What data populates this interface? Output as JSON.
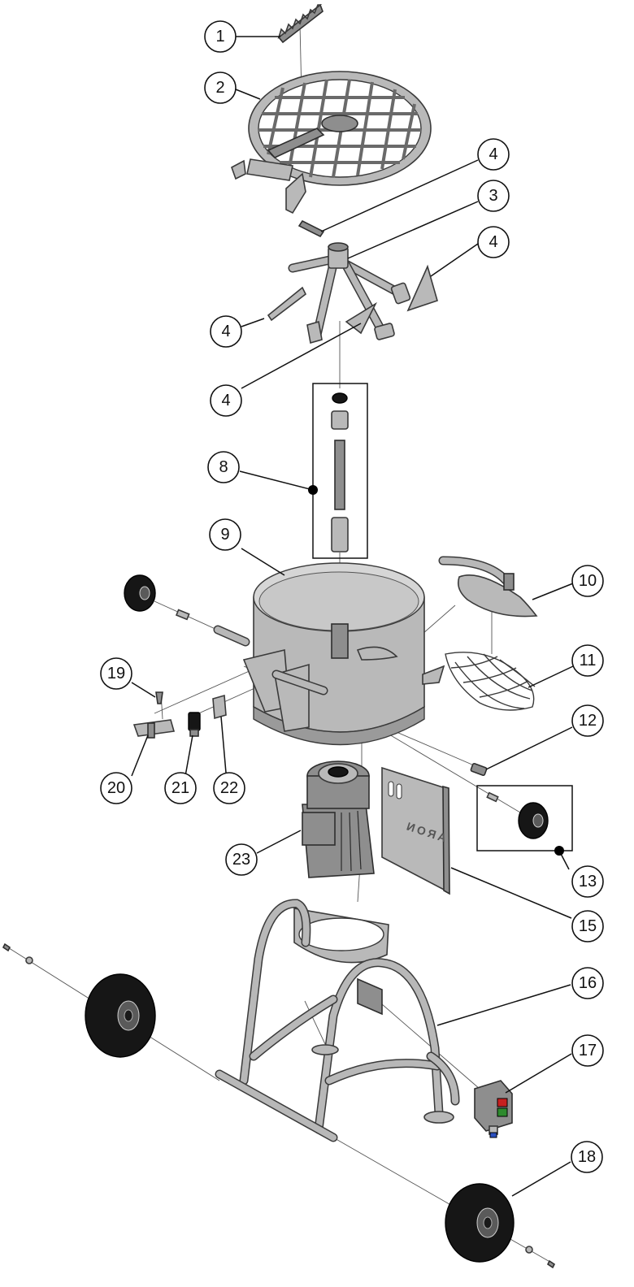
{
  "callouts": [
    {
      "id": "c1",
      "label": "1"
    },
    {
      "id": "c2",
      "label": "2"
    },
    {
      "id": "c4a",
      "label": "4"
    },
    {
      "id": "c3",
      "label": "3"
    },
    {
      "id": "c4b",
      "label": "4"
    },
    {
      "id": "c4c",
      "label": "4"
    },
    {
      "id": "c4d",
      "label": "4"
    },
    {
      "id": "c8",
      "label": "8"
    },
    {
      "id": "c9",
      "label": "9"
    },
    {
      "id": "c10",
      "label": "10"
    },
    {
      "id": "c11",
      "label": "11"
    },
    {
      "id": "c19",
      "label": "19"
    },
    {
      "id": "c12",
      "label": "12"
    },
    {
      "id": "c20",
      "label": "20"
    },
    {
      "id": "c21",
      "label": "21"
    },
    {
      "id": "c22",
      "label": "22"
    },
    {
      "id": "c23",
      "label": "23"
    },
    {
      "id": "c13",
      "label": "13"
    },
    {
      "id": "c15",
      "label": "15"
    },
    {
      "id": "c16",
      "label": "16"
    },
    {
      "id": "c17",
      "label": "17"
    },
    {
      "id": "c18",
      "label": "18"
    }
  ],
  "stamp_text": "ARON",
  "colors": {
    "metal": "#b9b9b9",
    "rubber": "#161616",
    "line": "#3a3a3a"
  }
}
